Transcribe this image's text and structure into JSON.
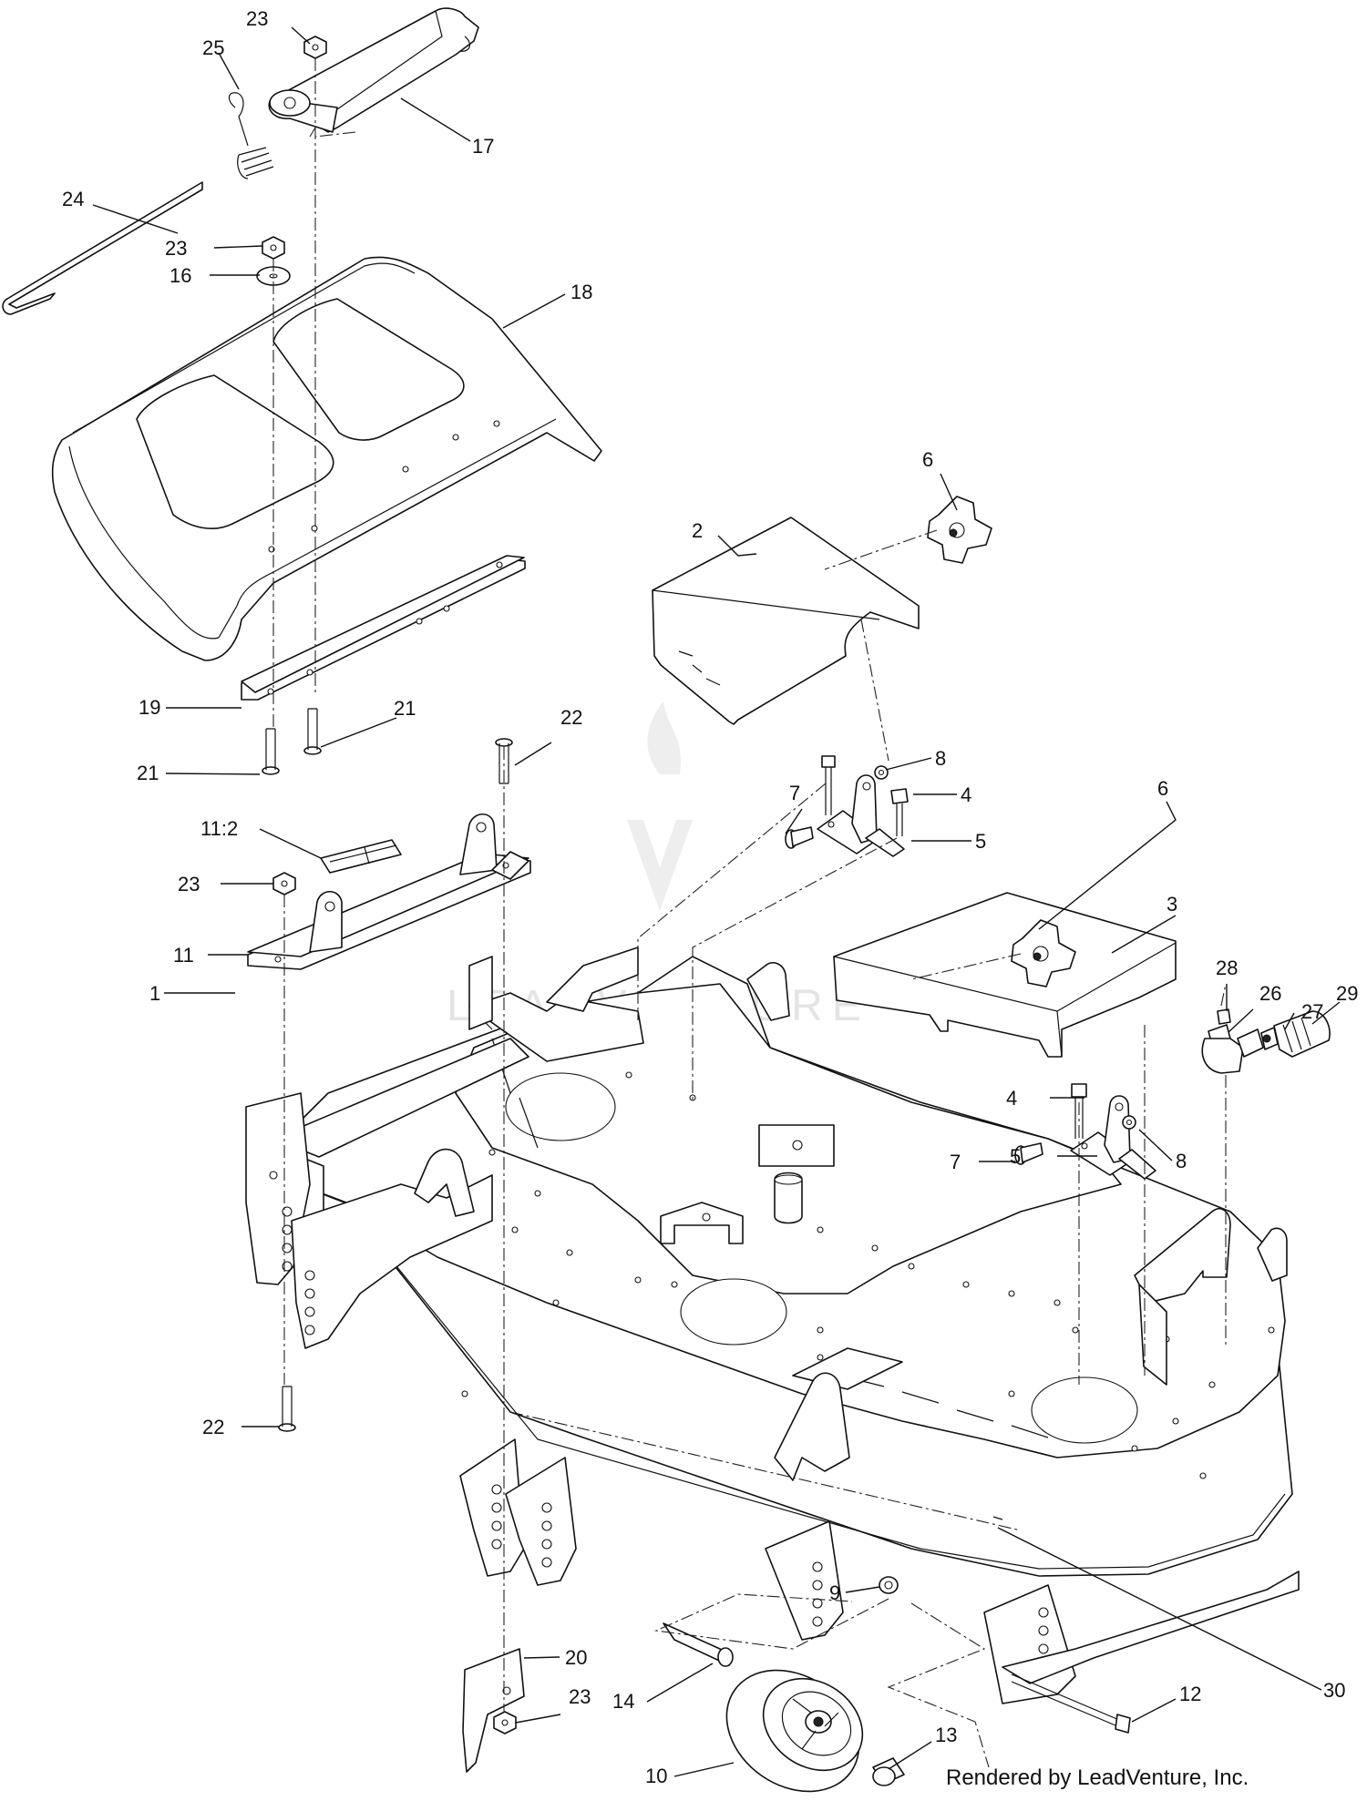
{
  "footer": "Rendered by LeadVenture, Inc.",
  "watermark": "LEADVENTURE",
  "callouts": [
    {
      "id": "c1",
      "text": "1"
    },
    {
      "id": "c2",
      "text": "2"
    },
    {
      "id": "c3",
      "text": "3"
    },
    {
      "id": "c4a",
      "text": "4"
    },
    {
      "id": "c4b",
      "text": "4"
    },
    {
      "id": "c5a",
      "text": "5"
    },
    {
      "id": "c5b",
      "text": "5"
    },
    {
      "id": "c6a",
      "text": "6"
    },
    {
      "id": "c6b",
      "text": "6"
    },
    {
      "id": "c7a",
      "text": "7"
    },
    {
      "id": "c7b",
      "text": "7"
    },
    {
      "id": "c8a",
      "text": "8"
    },
    {
      "id": "c8b",
      "text": "8"
    },
    {
      "id": "c9",
      "text": "9"
    },
    {
      "id": "c10",
      "text": "10"
    },
    {
      "id": "c11",
      "text": "11"
    },
    {
      "id": "c11_2",
      "text": "11:2"
    },
    {
      "id": "c12",
      "text": "12"
    },
    {
      "id": "c13",
      "text": "13"
    },
    {
      "id": "c14",
      "text": "14"
    },
    {
      "id": "c16",
      "text": "16"
    },
    {
      "id": "c17",
      "text": "17"
    },
    {
      "id": "c18",
      "text": "18"
    },
    {
      "id": "c19",
      "text": "19"
    },
    {
      "id": "c20",
      "text": "20"
    },
    {
      "id": "c21a",
      "text": "21"
    },
    {
      "id": "c21b",
      "text": "21"
    },
    {
      "id": "c22a",
      "text": "22"
    },
    {
      "id": "c22b",
      "text": "22"
    },
    {
      "id": "c23a",
      "text": "23"
    },
    {
      "id": "c23b",
      "text": "23"
    },
    {
      "id": "c23c",
      "text": "23"
    },
    {
      "id": "c23d",
      "text": "23"
    },
    {
      "id": "c24",
      "text": "24"
    },
    {
      "id": "c25",
      "text": "25"
    },
    {
      "id": "c26",
      "text": "26"
    },
    {
      "id": "c27",
      "text": "27"
    },
    {
      "id": "c28",
      "text": "28"
    },
    {
      "id": "c29",
      "text": "29"
    },
    {
      "id": "c30",
      "text": "30"
    }
  ]
}
